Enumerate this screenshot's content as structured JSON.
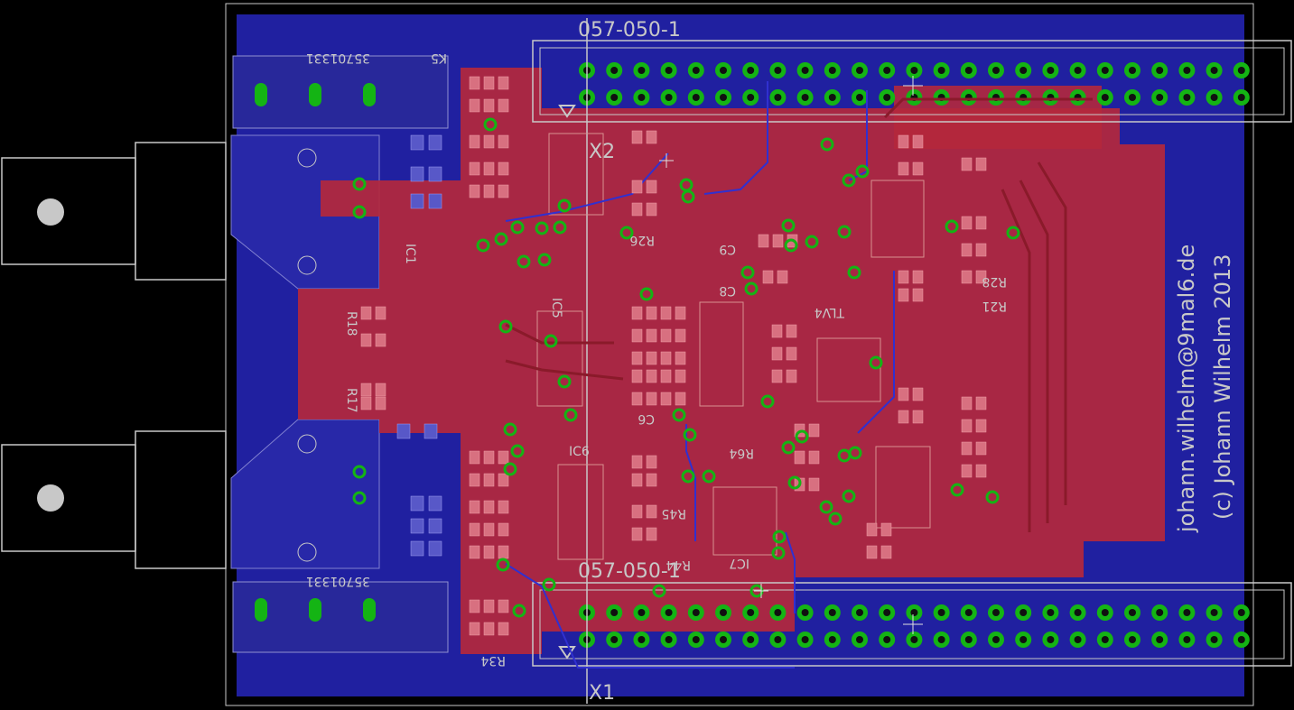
{
  "board": {
    "top_connector_label": "057-050-1",
    "bottom_connector_label": "057-050-1",
    "top_connector_ref": "X2",
    "bottom_connector_ref": "X1",
    "relay_top_ref": "K5",
    "relay_top_part": "35701331",
    "relay_bottom_part": "35701331",
    "email_text": "johann.wilhelm@9mal6.de",
    "copyright_text": "(c) Johann Wilhelm 2013",
    "refs": {
      "x2_ref2": "X2",
      "r18": "R18",
      "r17": "R17",
      "ic1": "IC1",
      "ic5": "IC5",
      "ic6": "IC6",
      "ic7": "IC7",
      "c6": "C6",
      "c8": "C8",
      "c9": "C9",
      "r21": "R21",
      "r26": "R26",
      "r28": "R28",
      "r44": "R44",
      "r45": "R45",
      "r64": "R64",
      "r34": "R34",
      "tlv": "TLV4"
    }
  },
  "colors": {
    "background": "#000000",
    "bottom_copper": "#2020a0",
    "top_copper": "#b4283c",
    "silkscreen": "#c8c8c8",
    "via_ring": "#14b414"
  }
}
